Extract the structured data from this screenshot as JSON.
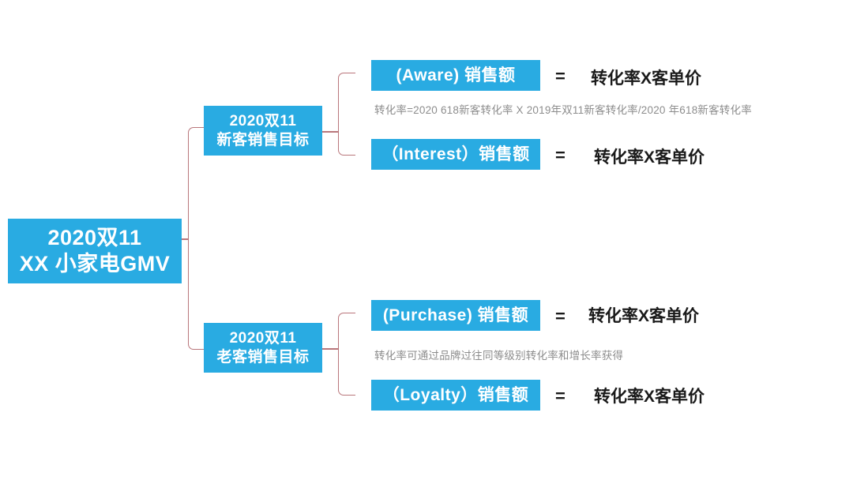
{
  "diagram": {
    "type": "tree-breakdown",
    "accent_color": "#29abe2",
    "bracket_color": "#b9767b",
    "note_color": "#8d8d8d",
    "root": {
      "line1": "2020双11",
      "line2": "XX 小家电GMV"
    },
    "branches": [
      {
        "id": "new-customer",
        "title_line1": "2020双11",
        "title_line2": "新客销售目标",
        "note": "转化率=2020  618新客转化率 X 2019年双11新客转化率/2020 年618新客转化率",
        "leaves": [
          {
            "label": "(Aware) 销售额",
            "equals": "=",
            "formula": "转化率X客单价"
          },
          {
            "label": "（Interest）销售额",
            "equals": "=",
            "formula": "转化率X客单价"
          }
        ]
      },
      {
        "id": "old-customer",
        "title_line1": "2020双11",
        "title_line2": "老客销售目标",
        "note": "转化率可通过品牌过往同等级别转化率和增长率获得",
        "leaves": [
          {
            "label": "(Purchase) 销售额",
            "equals": "=",
            "formula": "转化率X客单价"
          },
          {
            "label": "（Loyalty）销售额",
            "equals": "=",
            "formula": "转化率X客单价"
          }
        ]
      }
    ]
  }
}
